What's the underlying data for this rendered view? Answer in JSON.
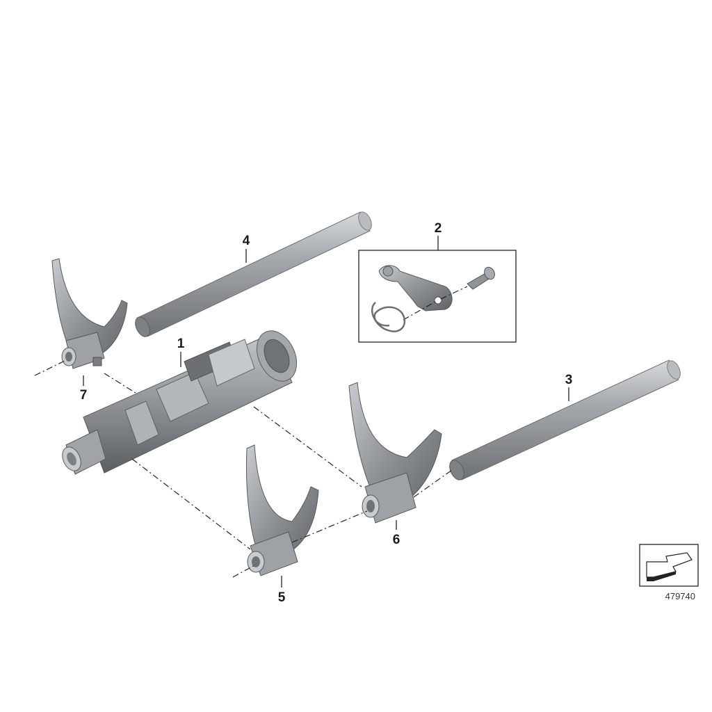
{
  "diagram": {
    "callouts": [
      {
        "id": "1",
        "label": "1"
      },
      {
        "id": "2",
        "label": "2"
      },
      {
        "id": "3",
        "label": "3"
      },
      {
        "id": "4",
        "label": "4"
      },
      {
        "id": "5",
        "label": "5"
      },
      {
        "id": "6",
        "label": "6"
      },
      {
        "id": "7",
        "label": "7"
      }
    ],
    "reference_number": "479740",
    "icon": "direction-arrow-icon"
  }
}
